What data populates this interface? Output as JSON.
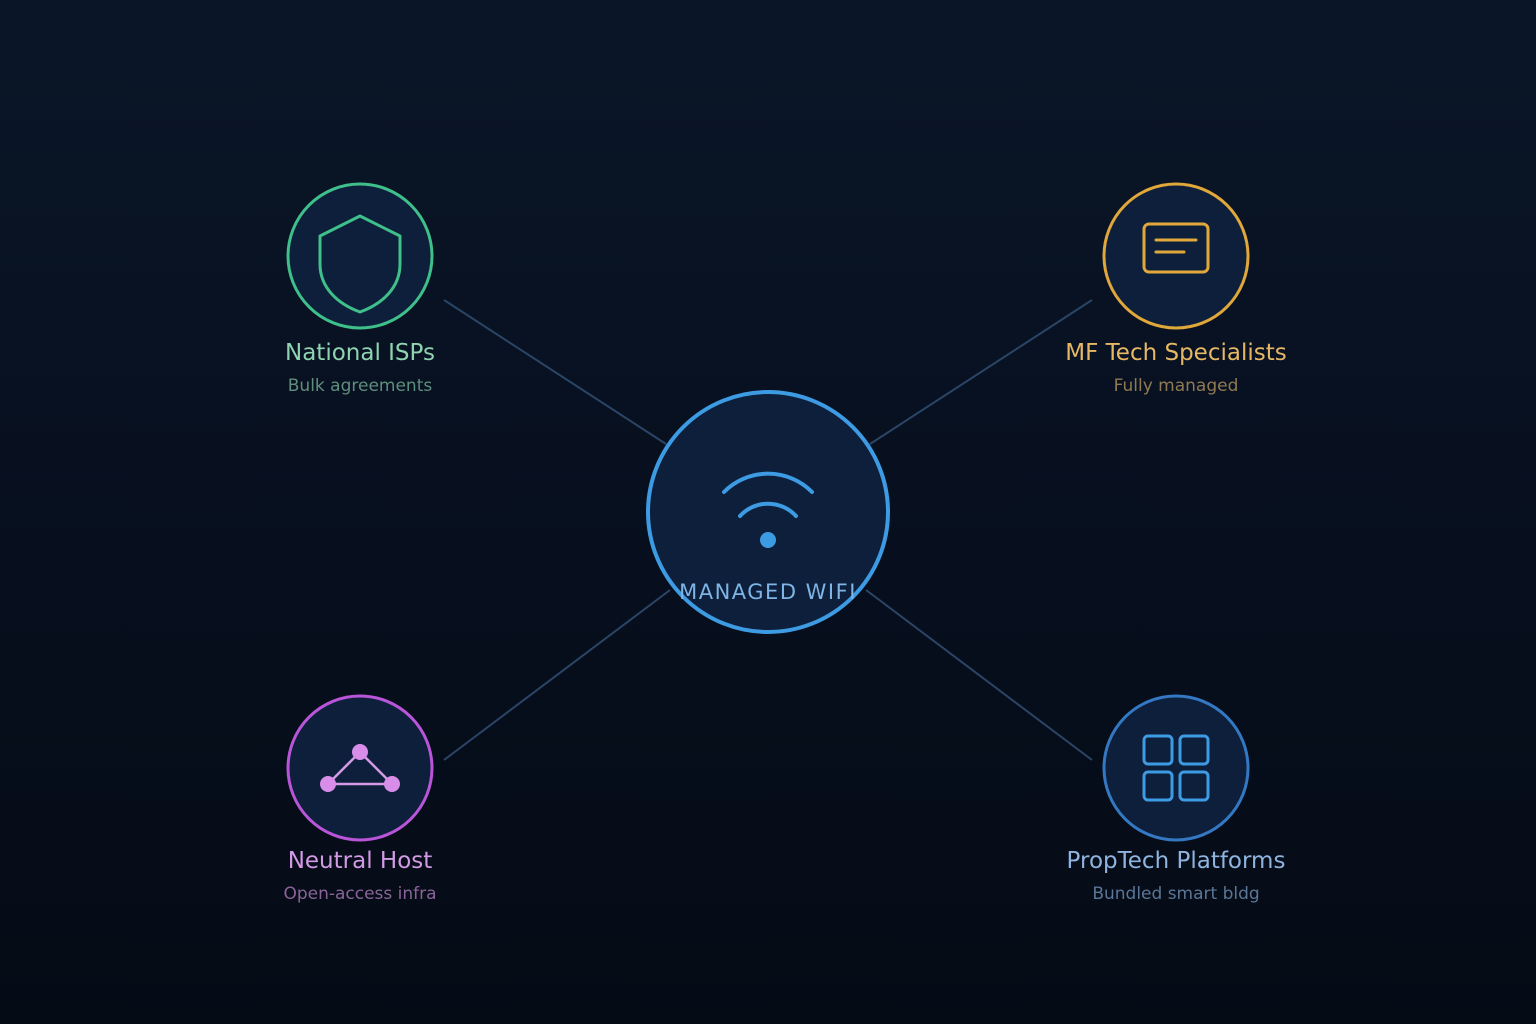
{
  "center": {
    "label": "MANAGED WIFI",
    "icon": "wifi-icon",
    "color": "#3d9be3",
    "label_color": "#7fb5e6"
  },
  "nodes": [
    {
      "id": "national-isps",
      "title": "National ISPs",
      "subtitle": "Bulk agreements",
      "icon": "shield-icon",
      "color": "#3fbf8a",
      "title_color": "#8fd4b0",
      "subtitle_color": "#5e8f7c"
    },
    {
      "id": "mf-tech-specialists",
      "title": "MF Tech Specialists",
      "subtitle": "Fully managed",
      "icon": "card-icon",
      "color": "#e0a83a",
      "title_color": "#e6b865",
      "subtitle_color": "#8f7a52"
    },
    {
      "id": "neutral-host",
      "title": "Neutral Host",
      "subtitle": "Open-access infra",
      "icon": "network-triangle-icon",
      "color": "#b955d9",
      "title_color": "#d39ae6",
      "subtitle_color": "#8a6499"
    },
    {
      "id": "proptech-platforms",
      "title": "PropTech Platforms",
      "subtitle": "Bundled smart bldg",
      "icon": "grid-icon",
      "color": "#3478c4",
      "title_color": "#8fb4e0",
      "subtitle_color": "#5a7698"
    }
  ],
  "colors": {
    "node_fill": "#0d1f3b",
    "connector": "#2a4566"
  }
}
